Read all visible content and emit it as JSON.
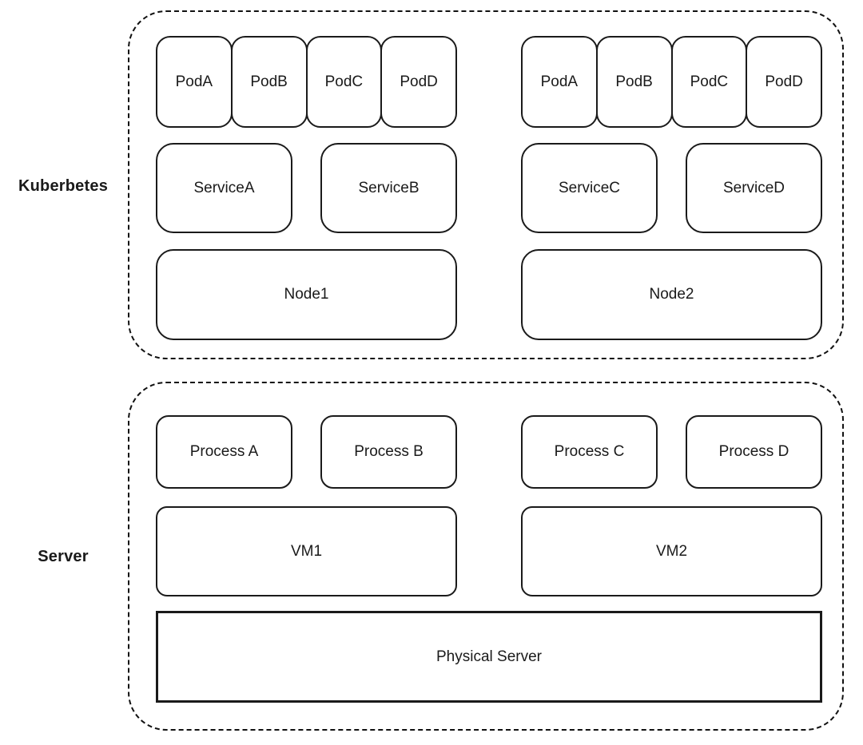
{
  "kubernetes": {
    "section_label": "Kuberbetes",
    "groups": [
      {
        "pods": [
          "PodA",
          "PodB",
          "PodC",
          "PodD"
        ],
        "services": [
          "ServiceA",
          "ServiceB"
        ],
        "node": "Node1"
      },
      {
        "pods": [
          "PodA",
          "PodB",
          "PodC",
          "PodD"
        ],
        "services": [
          "ServiceC",
          "ServiceD"
        ],
        "node": "Node2"
      }
    ]
  },
  "server": {
    "section_label": "Server",
    "process_groups": [
      {
        "processes": [
          "Process A",
          "Process B"
        ]
      },
      {
        "processes": [
          "Process C",
          "Process D"
        ]
      }
    ],
    "vms": [
      "VM1",
      "VM2"
    ],
    "physical_server": "Physical Server"
  },
  "colors": {
    "line": "#1a1a1a",
    "background": "#ffffff"
  }
}
